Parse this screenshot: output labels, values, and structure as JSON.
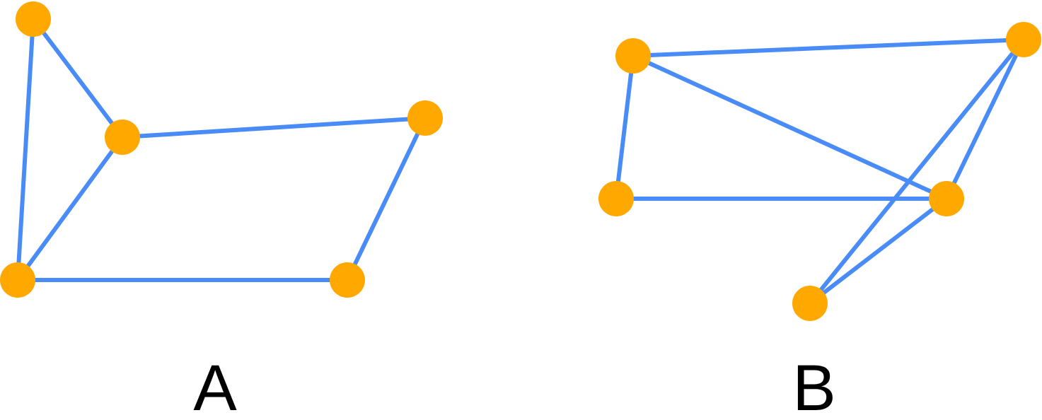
{
  "graphs": [
    {
      "label": "A",
      "node_count": 5,
      "edges": [
        [
          0,
          1
        ],
        [
          0,
          2
        ],
        [
          1,
          2
        ],
        [
          1,
          3
        ],
        [
          2,
          4
        ],
        [
          3,
          4
        ]
      ]
    },
    {
      "label": "B",
      "node_count": 5,
      "edges": [
        [
          0,
          1
        ],
        [
          0,
          2
        ],
        [
          0,
          3
        ],
        [
          1,
          2
        ],
        [
          2,
          3
        ],
        [
          2,
          4
        ],
        [
          3,
          4
        ]
      ]
    }
  ],
  "colors": {
    "edge": "#4a8cf7",
    "node": "#ffa800",
    "label": "#000000",
    "background": "#ffffff"
  }
}
